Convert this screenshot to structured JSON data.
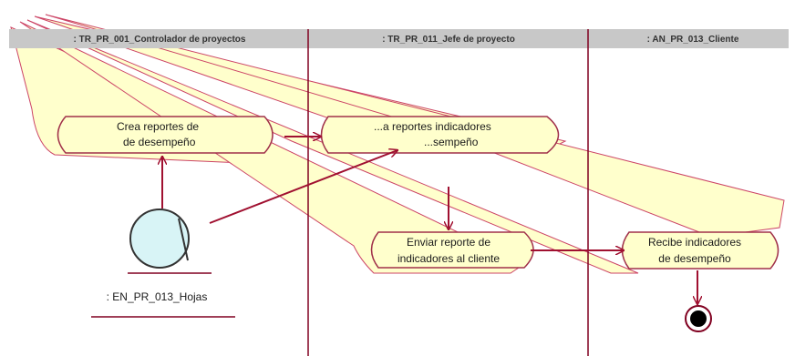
{
  "swimlanes": [
    {
      "title": ": TR_PR_001_Controlador de proyectos"
    },
    {
      "title": ": TR_PR_011_Jefe de proyecto"
    },
    {
      "title": ": AN_PR_013_Cliente"
    }
  ],
  "activities": {
    "crea_reportes": {
      "line1": "Crea reportes de",
      "line2": "de desempeño"
    },
    "revisa_reportes": {
      "line1": "...a reportes indicadores",
      "line2": "...sempeño"
    },
    "enviar_reporte": {
      "line1": "Enviar reporte de",
      "line2": "indicadores al cliente"
    },
    "recibe_indicadores": {
      "line1": "Recibe indicadores",
      "line2": "de desempeño"
    }
  },
  "object_node": {
    "label": ": EN_PR_013_Hojas"
  },
  "colors": {
    "header_bg": "#c8c8c8",
    "activity_fill": "#ffffcc",
    "activity_stroke": "#a0304a",
    "lane_line": "#800020",
    "arrow": "#a01030",
    "object_fill": "#d8f4f6",
    "end_fill": "#000000"
  }
}
